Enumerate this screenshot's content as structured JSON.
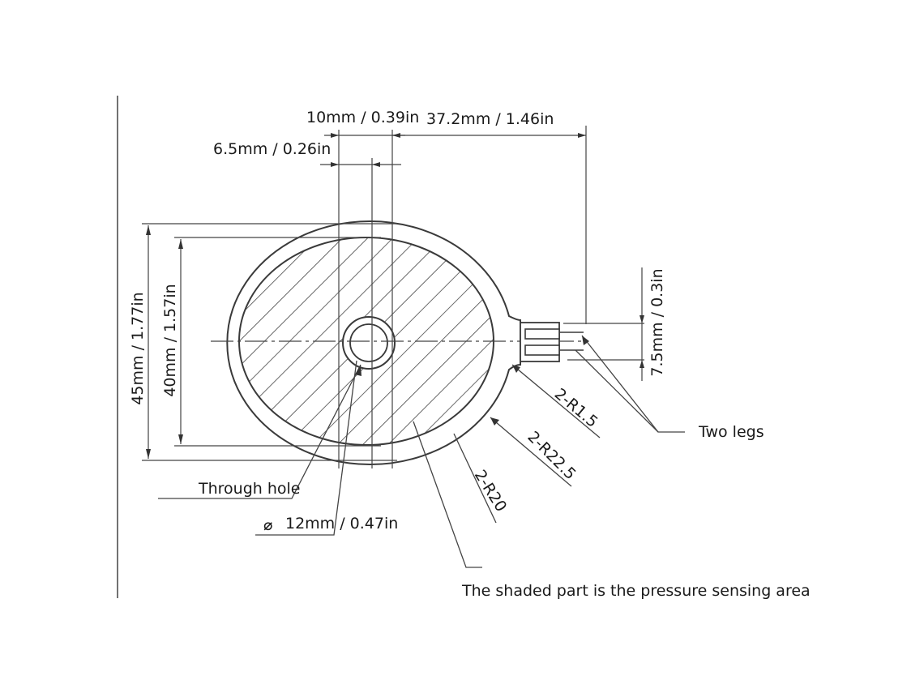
{
  "dimensions": {
    "through_hole_width": "10mm / 0.39in",
    "leg_offset": "37.2mm / 1.46in",
    "center_offset": "6.5mm / 0.26in",
    "outer_height": "45mm / 1.77in",
    "sensing_height": "40mm / 1.57in",
    "leg_spacing": "7.5mm / 0.3in",
    "hole_diameter": "12mm / 0.47in"
  },
  "radii": {
    "leg_corner": "2-R1.5",
    "outer_radius": "2-R22.5",
    "inner_radius": "2-R20"
  },
  "labels": {
    "two_legs": "Two legs",
    "through_hole": "Through hole",
    "shaded_note": "The shaded part is the pressure sensing area",
    "diameter_symbol": "⌀"
  },
  "colors": {
    "line": "#3a3a3a",
    "text": "#1a1a1a",
    "background": "#ffffff"
  }
}
